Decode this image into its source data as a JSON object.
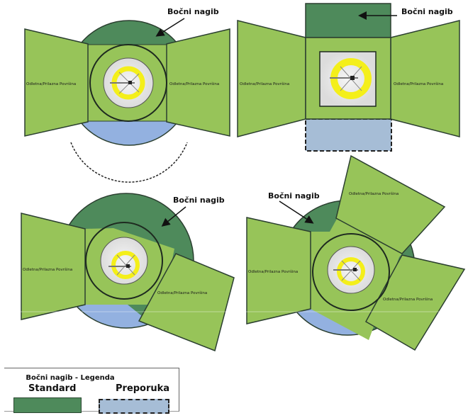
{
  "diagram": {
    "panels": [
      {
        "id": "panel-1",
        "shape": "circular-fato",
        "callout": "Bočni nagib",
        "surfaces": [
          "Odletna/Prilazna Površina",
          "Odletna/Prilazna Površina"
        ]
      },
      {
        "id": "panel-2",
        "shape": "square-fato",
        "callout": "Bočni nagib",
        "surfaces": [
          "Odletna/Prilazna Površina",
          "Odletna/Prilazna Površina"
        ]
      },
      {
        "id": "panel-3",
        "shape": "circular-fato-angled",
        "callout": "Bočni nagib",
        "surfaces": [
          "Odletna/Prilazna Površina",
          "Odletna/Prilazna Površina"
        ]
      },
      {
        "id": "panel-4",
        "shape": "circular-fato-three-surfaces",
        "callout": "Bočni nagib",
        "surfaces": [
          "Odletna/Prilazna Površina",
          "Odletna/Prilazna Površina",
          "Odletna/Prilazna Površina"
        ]
      }
    ],
    "colors": {
      "surface_green": "#97c459",
      "standard_green": "#4e8a5b",
      "recommended_blue": "#a6bdd6",
      "circle_blue": "#93b1e0",
      "tlof_yellow": "#f4ef1a",
      "outline": "#2b3f30"
    }
  },
  "legend": {
    "title": "Bočni nagib - Legenda",
    "standard_label": "Standard",
    "recommended_label": "Preporuka"
  }
}
